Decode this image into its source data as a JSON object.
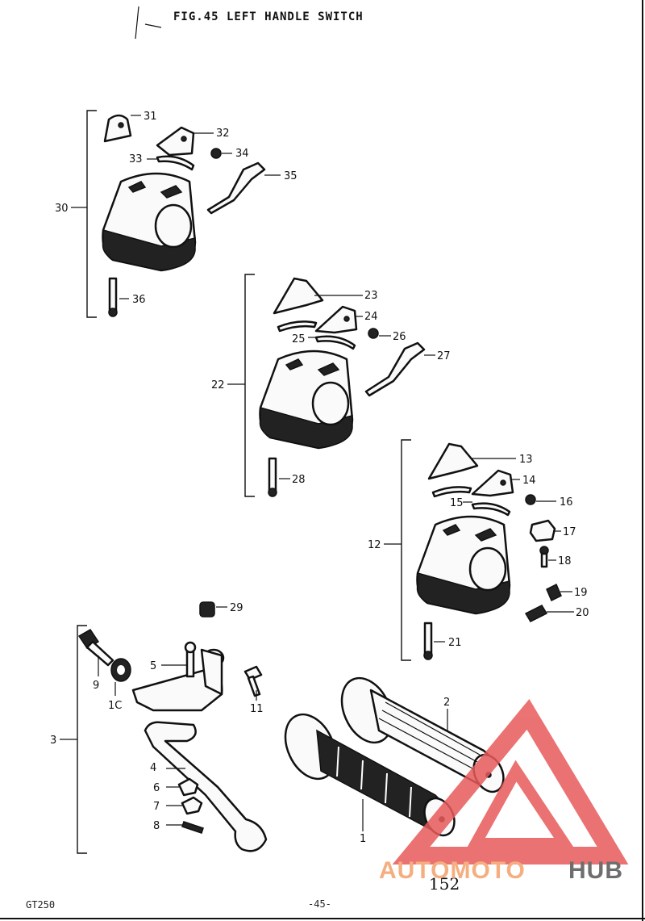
{
  "title": "FIG.45  LEFT HANDLE SWITCH",
  "footer": {
    "model": "GT250",
    "page": "-45-",
    "handwritten": "152"
  },
  "watermark": {
    "part1": "AUTOMOTO",
    "part2": "HUB",
    "color_red": "#e85a5a",
    "color_orange": "#f3a16b",
    "color_gray": "#555555"
  },
  "labels": {
    "p1": "1",
    "p2": "2",
    "p3": "3",
    "p4": "4",
    "p5": "5",
    "p6": "6",
    "p7": "7",
    "p8": "8",
    "p9": "9",
    "p10": "1C",
    "p11": "11",
    "p12": "12",
    "p13": "13",
    "p14": "14",
    "p15": "15",
    "p16": "16",
    "p17": "17",
    "p18": "18",
    "p19": "19",
    "p20": "20",
    "p21": "21",
    "p22": "22",
    "p23": "23",
    "p24": "24",
    "p25": "25",
    "p26": "26",
    "p27": "27",
    "p28": "28",
    "p29": "29",
    "p30": "30",
    "p31": "31",
    "p32": "32",
    "p33": "33",
    "p34": "34",
    "p35": "35",
    "p36": "36"
  }
}
